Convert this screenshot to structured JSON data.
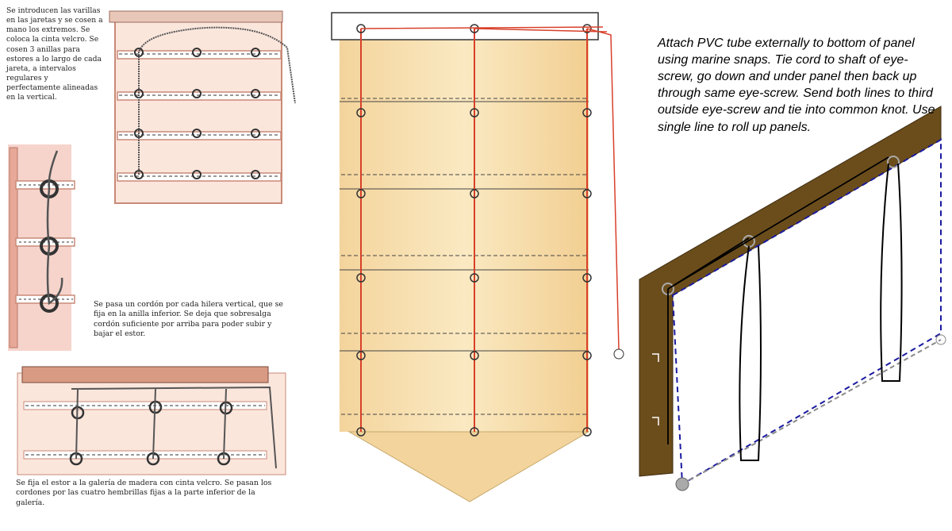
{
  "spanish_steps": {
    "step1": "Se introducen las varillas en las jaretas y se cosen a mano los extremos. Se coloca la cinta velcro. Se cosen 3 anillas para estores a lo largo de cada jareta, a intervalos regulares y perfectamente alineadas en la vertical.",
    "step2": "Se pasa un cordón por cada hilera vertical, que se fija en la anilla inferior. Se deja que sobresalga cordón suficiente por arriba para poder subir y bajar el estor.",
    "step3": "Se fija el estor a la galería de madera con cinta velcro. Se pasan los cordones por las cuatro hembrillas fijas a la parte inferior de la galería."
  },
  "english_instructions": "Attach PVC tube externally to bottom of panel using marine snaps. Tie cord to shaft of eye-screw, go down and under panel then back up through same eye-screw. Send both lines to third outside eye-screw and tie into common knot. Use single line to roll up panels.",
  "colors": {
    "shade_fabric": "#f6dfa8",
    "shade_stain": "#eec483",
    "cord_red": "#d8402a",
    "wood_brown": "#6b4d1c",
    "panel_outline_blue": "#1a1aa0",
    "tube_gray": "#8a8a8a",
    "pink_wash": "#f2b4a4"
  }
}
